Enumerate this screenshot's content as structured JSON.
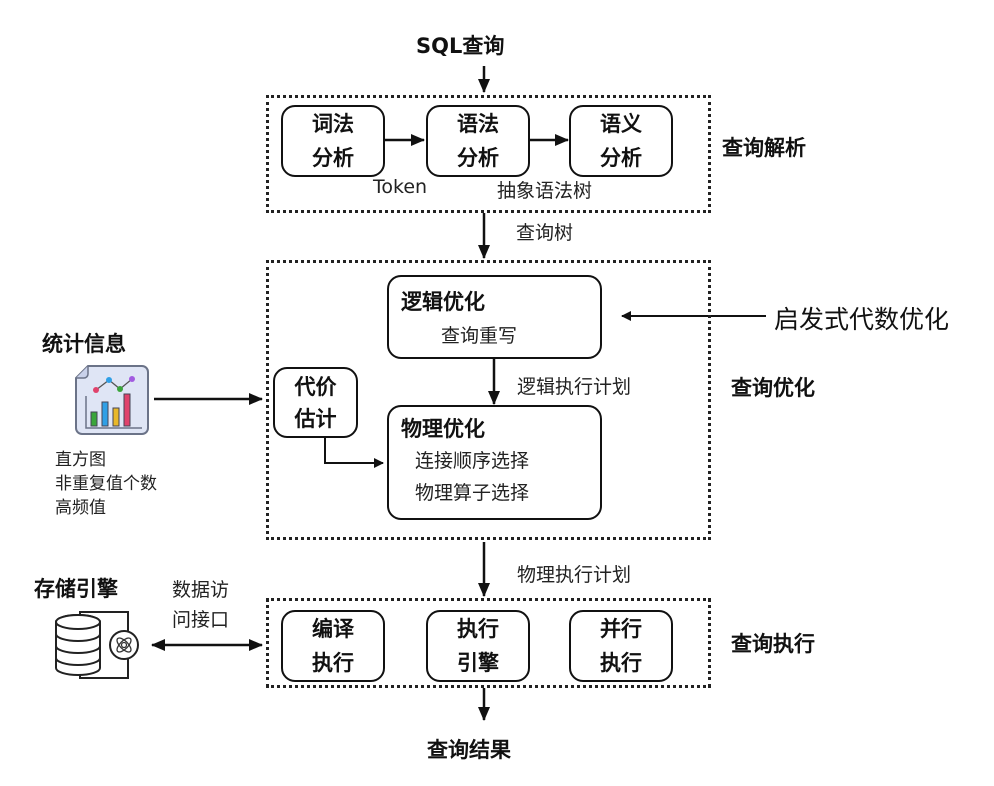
{
  "input": {
    "title": "SQL查询"
  },
  "parse": {
    "stage_label": "查询解析",
    "boxes": [
      {
        "line1": "词法",
        "line2": "分析"
      },
      {
        "line1": "语法",
        "line2": "分析"
      },
      {
        "line1": "语义",
        "line2": "分析"
      }
    ],
    "edge_labels": {
      "token": "Token",
      "ast": "抽象语法树"
    },
    "output_label": "查询树"
  },
  "optimize": {
    "stage_label": "查询优化",
    "logical": {
      "title": "逻辑优化",
      "items": [
        "查询重写"
      ]
    },
    "logical_output_label": "逻辑执行计划",
    "physical": {
      "title": "物理优化",
      "items": [
        "连接顺序选择",
        "物理算子选择"
      ]
    },
    "cost": {
      "line1": "代价",
      "line2": "估计"
    },
    "heuristic_label": "启发式代数优化",
    "output_label": "物理执行计划"
  },
  "statistics": {
    "title": "统计信息",
    "icon": "chart-document-icon",
    "items": [
      "直方图",
      "非重复值个数",
      "高频值"
    ]
  },
  "storage": {
    "title": "存储引擎",
    "icon": "database-icon",
    "interface_line1": "数据访",
    "interface_line2": "问接口"
  },
  "execute": {
    "stage_label": "查询执行",
    "boxes": [
      {
        "line1": "编译",
        "line2": "执行"
      },
      {
        "line1": "执行",
        "line2": "引擎"
      },
      {
        "line1": "并行",
        "line2": "执行"
      }
    ]
  },
  "output": {
    "title": "查询结果"
  }
}
